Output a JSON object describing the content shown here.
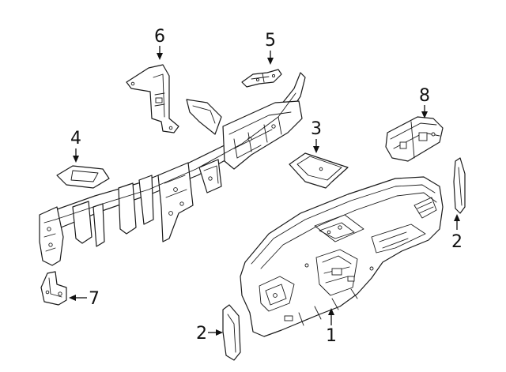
{
  "callouts": [
    {
      "id": "c1",
      "label": "1"
    },
    {
      "id": "c2a",
      "label": "2"
    },
    {
      "id": "c2b",
      "label": "2"
    },
    {
      "id": "c3",
      "label": "3"
    },
    {
      "id": "c4",
      "label": "4"
    },
    {
      "id": "c5",
      "label": "5"
    },
    {
      "id": "c6",
      "label": "6"
    },
    {
      "id": "c7",
      "label": "7"
    },
    {
      "id": "c8",
      "label": "8"
    }
  ],
  "colors": {
    "line": "#1a1a1a",
    "background": "#ffffff"
  }
}
